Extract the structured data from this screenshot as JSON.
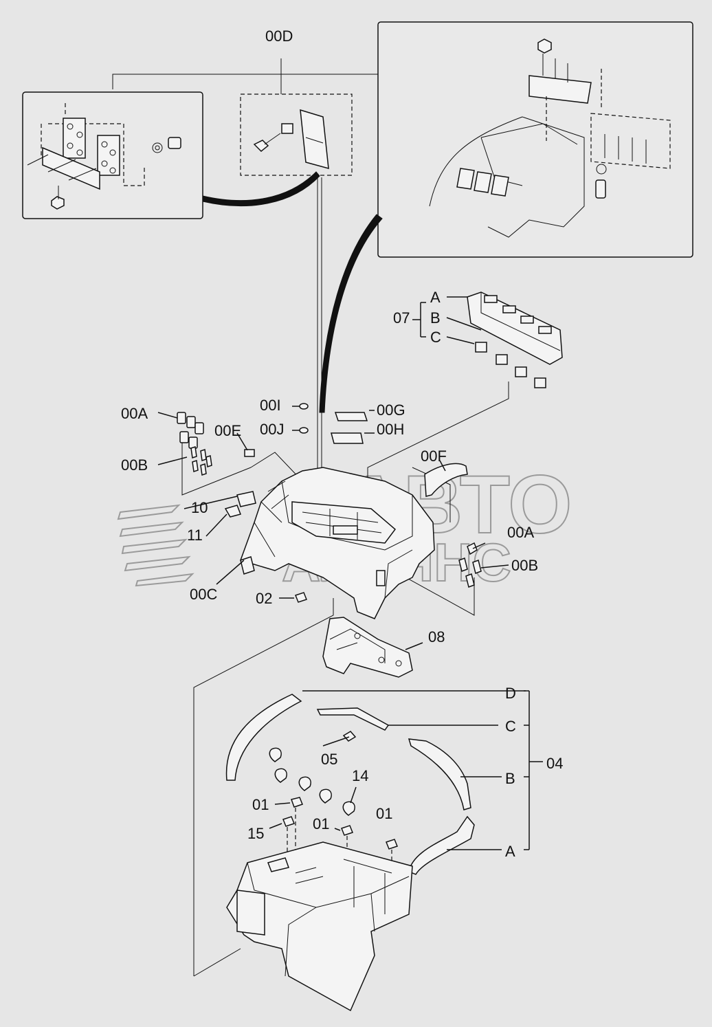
{
  "labels": {
    "l00D": "00D",
    "l07": "07",
    "l07A": "A",
    "l07B": "B",
    "l07C": "C",
    "l00I": "00I",
    "l00J": "00J",
    "l00G": "00G",
    "l00H": "00H",
    "l00A_left": "00A",
    "l00E": "00E",
    "l00B_left": "00B",
    "l00F": "00F",
    "l10": "10",
    "l11": "11",
    "l00A_right": "00A",
    "l00B_right": "00B",
    "l00C": "00C",
    "l02": "02",
    "l08": "08",
    "l04D": "D",
    "l04C": "C",
    "l04B": "B",
    "l04A": "A",
    "l04": "04",
    "l05": "05",
    "l14": "14",
    "l01a": "01",
    "l01b": "01",
    "l01c": "01",
    "l15": "15"
  },
  "watermark": {
    "line1": "АВТО",
    "line2": "АЛЬЯНС"
  },
  "colors": {
    "background": "#e6e6e6",
    "line": "#111111",
    "watermark": "#9a9a9a"
  }
}
